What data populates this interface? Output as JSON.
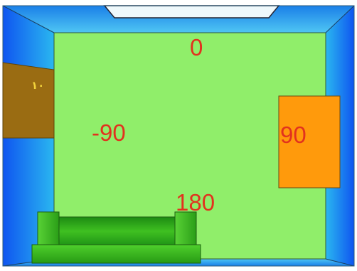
{
  "scene": {
    "door_number": "١٠",
    "angles": {
      "front": "0",
      "left": "-90",
      "right": "90",
      "back": "180"
    }
  },
  "colors": {
    "floor": "#90ee6a",
    "wall": "#1f9bf0",
    "wall_light": "#72d4f7",
    "door": "#9a6c12",
    "panel": "#ff9a0c",
    "sofa": "#38b81a",
    "label": "#e2321e",
    "window": "#f7f7f7",
    "border": "#244a6a"
  }
}
